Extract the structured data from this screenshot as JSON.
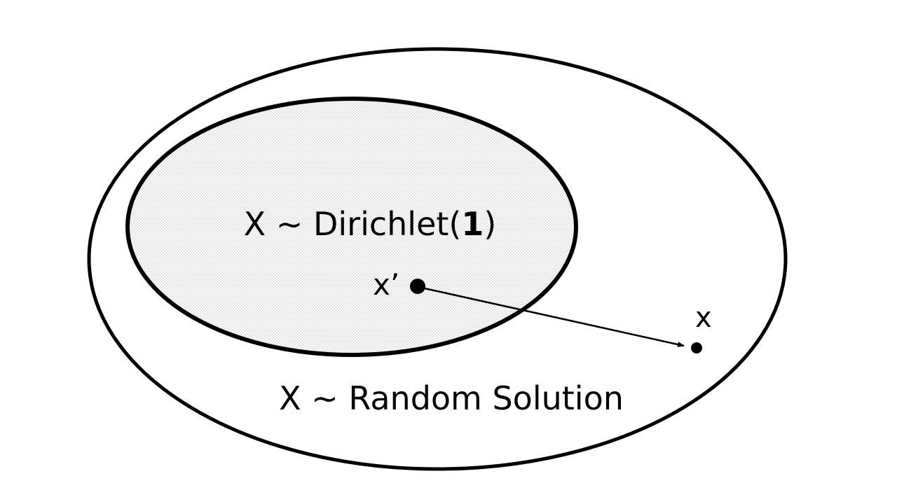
{
  "diagram": {
    "inner_set": {
      "prefix": "X ~ Dirichlet(",
      "bold": "1",
      "suffix": ")"
    },
    "outer_set": {
      "label": "X ~ Random Solution"
    },
    "point_start": {
      "label": "x’"
    },
    "point_end": {
      "label": "x"
    },
    "colors": {
      "stroke": "#000000",
      "fill": "#ffffff",
      "stipple": "#000000"
    }
  }
}
